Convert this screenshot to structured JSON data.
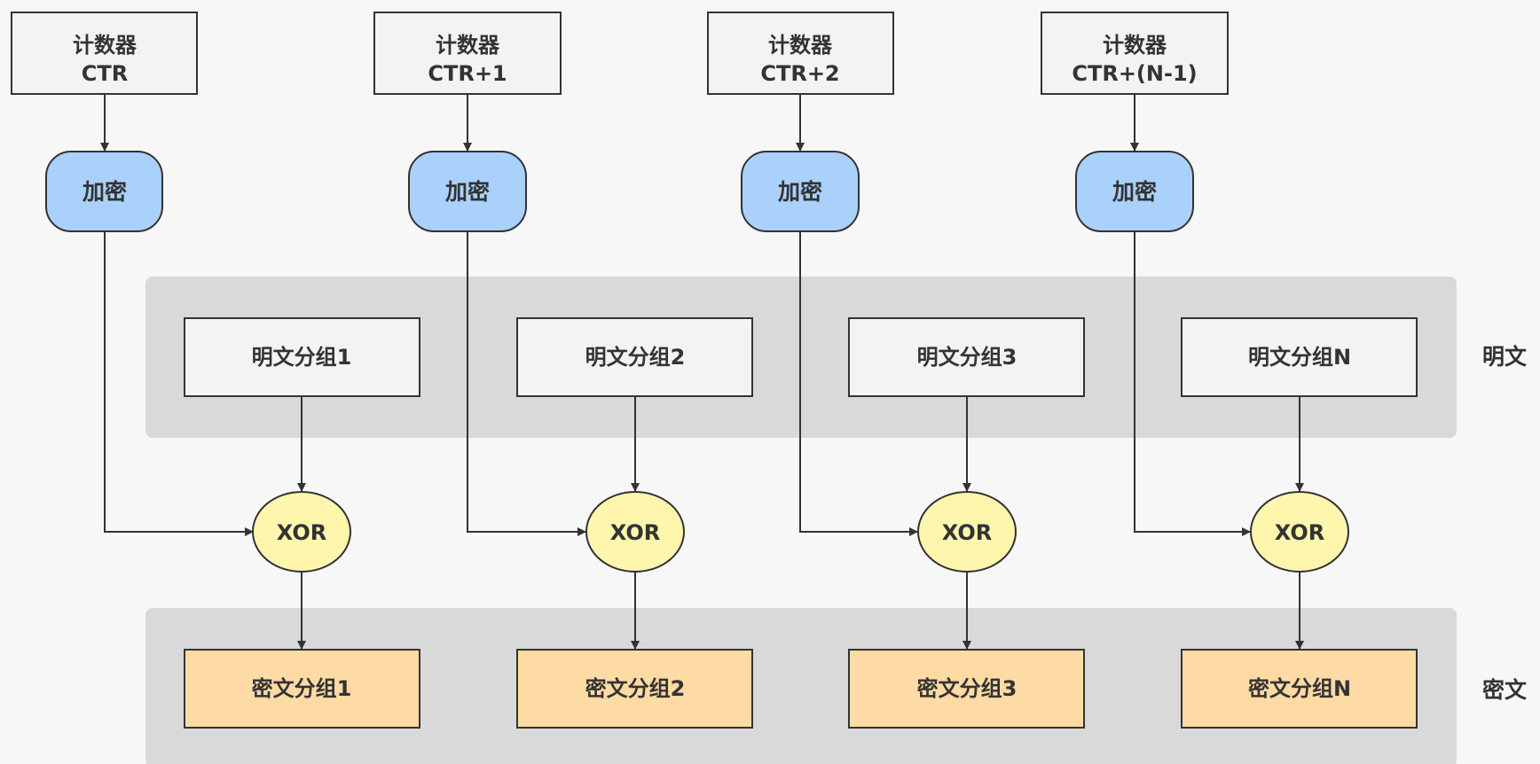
{
  "diagram": {
    "counters": [
      {
        "line1": "计数器",
        "line2": "CTR"
      },
      {
        "line1": "计数器",
        "line2": "CTR+1"
      },
      {
        "line1": "计数器",
        "line2": "CTR+2"
      },
      {
        "line1": "计数器",
        "line2": "CTR+(N-1)"
      }
    ],
    "encrypt_label": "加密",
    "xor_label": "XOR",
    "plaintext_blocks": [
      "明文分组1",
      "明文分组2",
      "明文分组3",
      "明文分组N"
    ],
    "ciphertext_blocks": [
      "密文分组1",
      "密文分组2",
      "密文分组3",
      "密文分组N"
    ],
    "plaintext_row_label": "明文",
    "ciphertext_row_label": "密文",
    "colors": {
      "background": "#f7f7f7",
      "band": "#d9d9d9",
      "counter_fill": "#f3f3f3",
      "encrypt_fill": "#a9d1fb",
      "xor_fill": "#fff6ad",
      "plaintext_fill": "#f3f3f3",
      "ciphertext_fill": "#fedba4",
      "stroke": "#333333"
    }
  }
}
